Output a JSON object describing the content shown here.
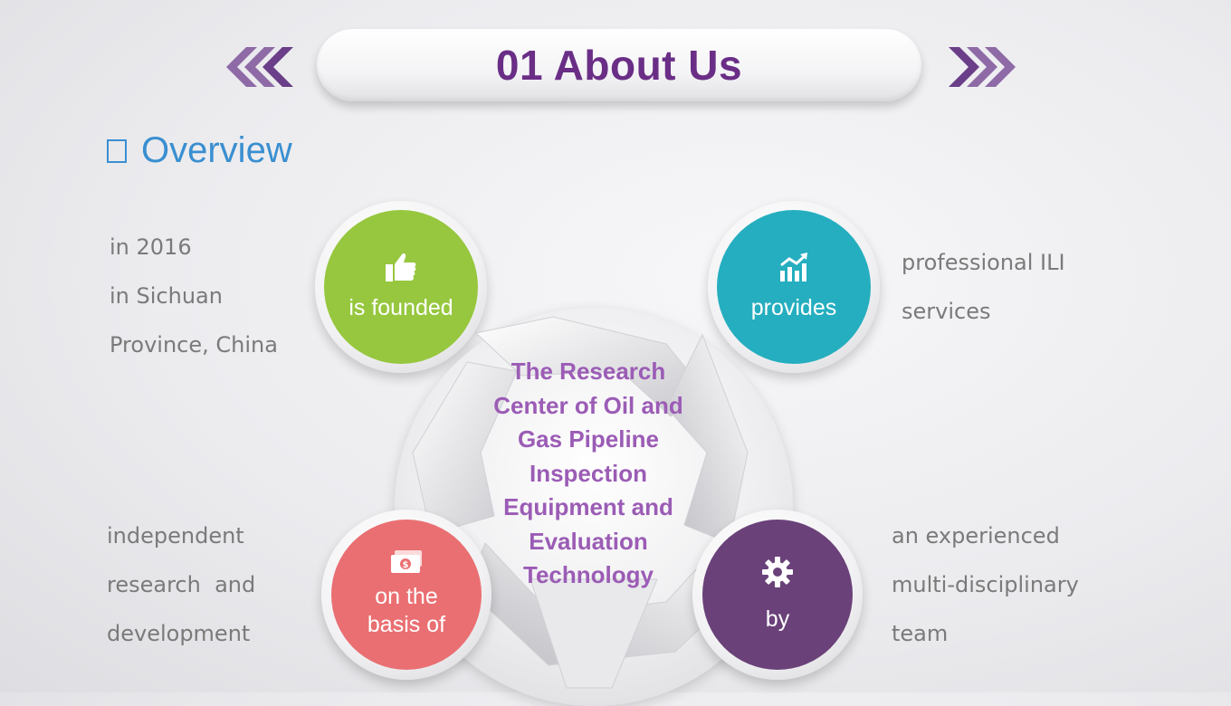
{
  "header": {
    "title": "01 About Us"
  },
  "overview": {
    "label": "Overview"
  },
  "colors": {
    "green": "#96c73e",
    "teal": "#25aebf",
    "red": "#ea6f72",
    "purple": "#6a4179",
    "title": "#6a2e86",
    "center_text": "#9b5cb5"
  },
  "quadrants": {
    "top_left": {
      "icon": "thumbs-up-icon",
      "label": "is founded",
      "text": [
        "in 2016",
        "in Sichuan",
        "Province, China"
      ]
    },
    "top_right": {
      "icon": "growth-chart-icon",
      "label": "provides",
      "text": [
        "professional ILI",
        "services"
      ]
    },
    "bottom_left": {
      "icon": "money-icon",
      "label_line1": "on the",
      "label_line2": "basis of",
      "text": [
        "independent",
        "research  and",
        "development"
      ]
    },
    "bottom_right": {
      "icon": "gear-icon",
      "label": "by",
      "text": [
        "an experienced",
        "multi-disciplinary",
        "team"
      ]
    }
  },
  "center": {
    "lines": [
      "The Research",
      "Center of Oil and",
      "Gas Pipeline",
      "Inspection",
      "Equipment and",
      "Evaluation",
      "Technology"
    ]
  }
}
